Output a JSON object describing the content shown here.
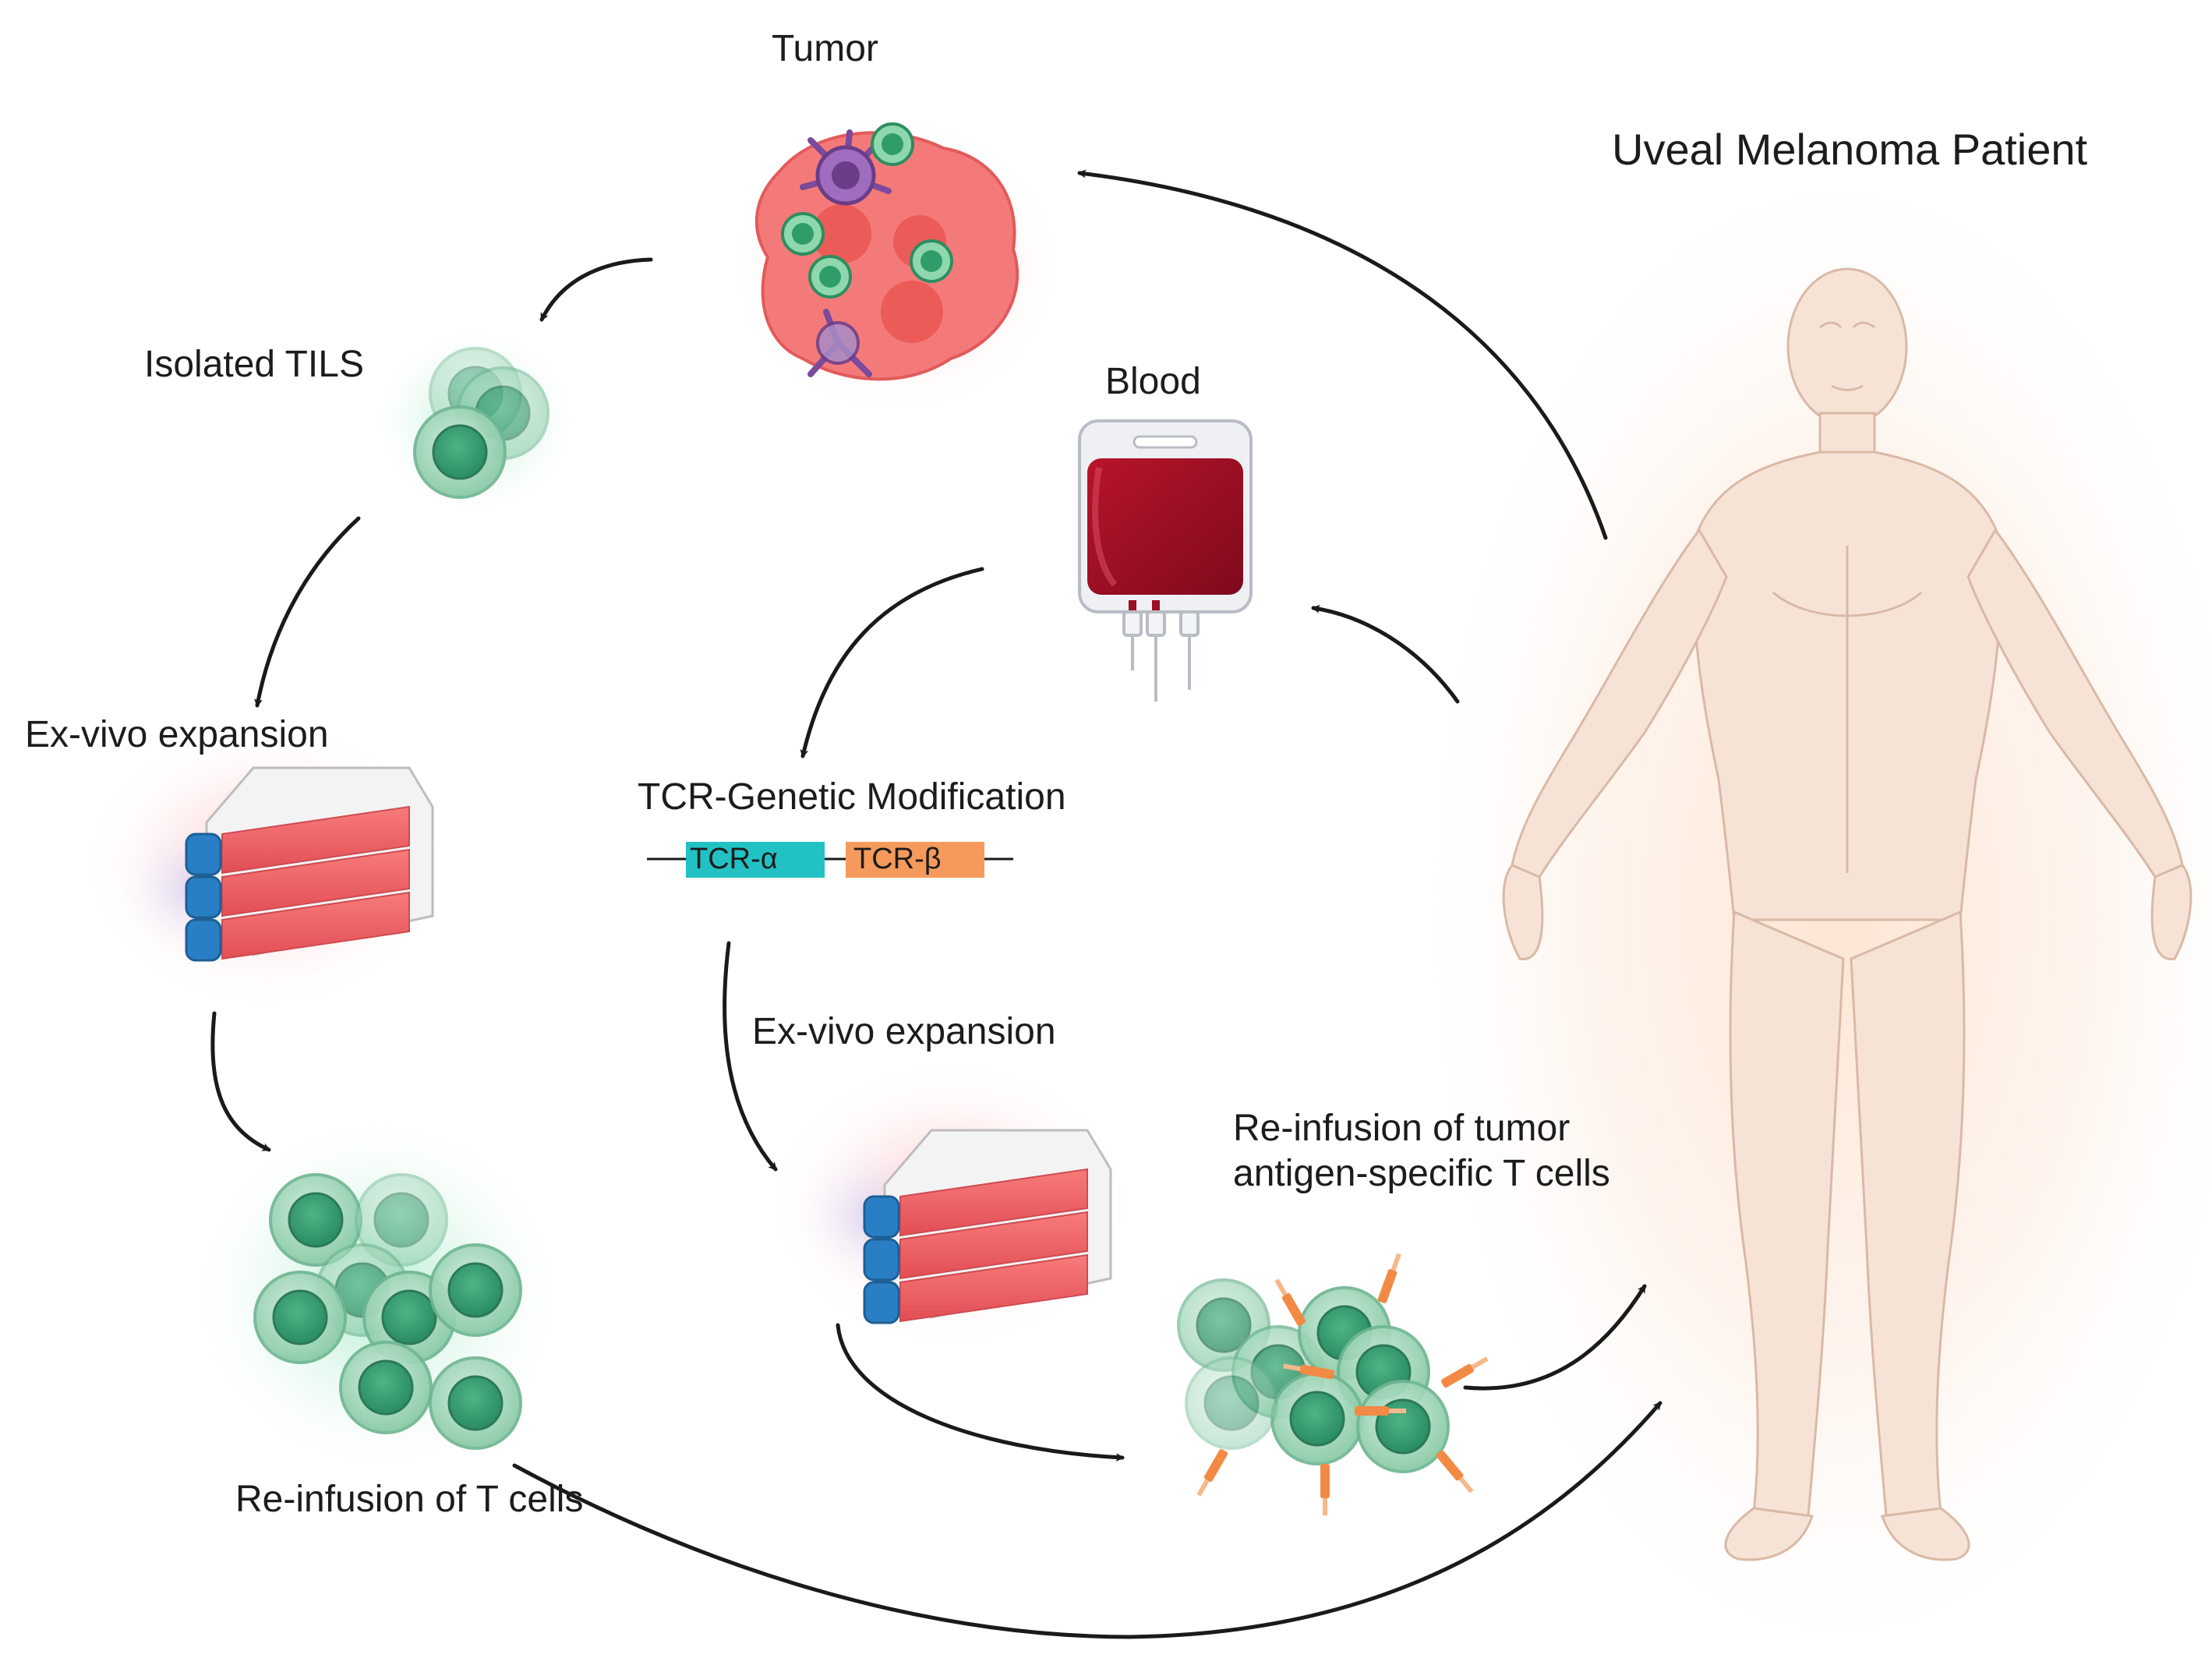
{
  "labels": {
    "tumor": "Tumor",
    "patient": "Uveal Melanoma Patient",
    "blood": "Blood",
    "isolated_tils": "Isolated TILS",
    "exvivo_left": "Ex-vivo expansion",
    "tcr_modification": "TCR-Genetic Modification",
    "exvivo_center": "Ex-vivo expansion",
    "reinfusion_specific_line1": "Re-infusion of tumor",
    "reinfusion_specific_line2": "antigen-specific T cells",
    "reinfusion_tcells": "Re-infusion of T cells"
  },
  "gene_segments": {
    "alpha": "TCR-α",
    "beta": "TCR-β"
  },
  "colors": {
    "arrow": "#1a1a1a",
    "tcell_green": "#3aa876",
    "tumor_red": "#e85a5a",
    "blood_red": "#9c0f24",
    "flask_red": "#f06565",
    "cap_blue": "#2a7fc4",
    "tcr_alpha": "#22c1c3",
    "tcr_beta": "#f59a5c",
    "skin": "#f7e3d6"
  }
}
